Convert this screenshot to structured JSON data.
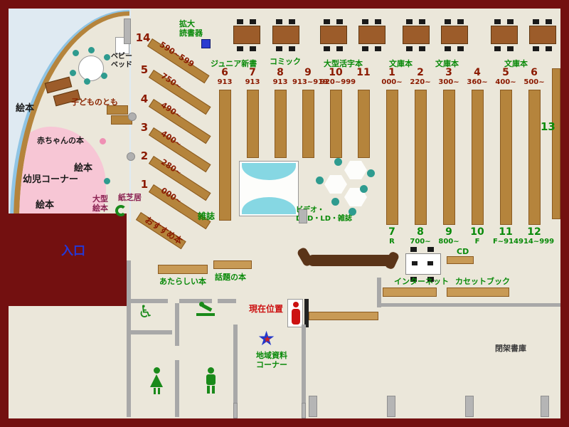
{
  "colors": {
    "frame": "#731010",
    "floor": "#ebe7da",
    "shelf_brown": "#b5843c",
    "counter_brown": "#5a3418",
    "green_text": "#0a8a0a",
    "maroon_text": "#8b1a00",
    "entrance_blue": "#2438d8",
    "pink_area": "#f7c6d5",
    "cyan_rack": "#86d7e3",
    "teal_seat": "#2e9b8f",
    "current_red": "#cc1111"
  },
  "kids_area": {
    "ehon_1": "絵本",
    "ehon_2": "絵本",
    "ehon_3": "絵本",
    "yoji_corner": "幼児コーナー",
    "akachan_book": "赤ちゃんの本",
    "kodomo_no_tomo": "子どものとも",
    "baby_bed": "ベビー\nベッド",
    "ogata_ehon": "大型\n絵本",
    "kamishibai": "紙芝居",
    "osusume_bon": "おすすめ本"
  },
  "entrance": {
    "label": "入口"
  },
  "diagonal_shelves": [
    {
      "num": "14",
      "range": "590~599"
    },
    {
      "num": "5",
      "range": "750~"
    },
    {
      "num": "4",
      "range": "490~"
    },
    {
      "num": "3",
      "range": "400~"
    },
    {
      "num": "2",
      "range": "280~"
    },
    {
      "num": "1",
      "range": "000~"
    }
  ],
  "top_area": {
    "kakudai_dokushoki": "拡大\n読書器",
    "junior_shinsho": "ジュニア新書",
    "comic": "コミック",
    "ogata_katsuji": "大型活字本",
    "bunko_1": "文庫本",
    "bunko_2": "文庫本",
    "bunko_3": "文庫本"
  },
  "stacks_left": [
    {
      "num": "6",
      "range": "913"
    },
    {
      "num": "7",
      "range": "913"
    },
    {
      "num": "8",
      "range": "913"
    },
    {
      "num": "9",
      "range": "913~919"
    },
    {
      "num": "10",
      "range": "920~999"
    },
    {
      "num": "11",
      "range": ""
    }
  ],
  "stacks_right": [
    {
      "num": "1",
      "range": "000~"
    },
    {
      "num": "2",
      "range": "220~"
    },
    {
      "num": "3",
      "range": "300~"
    },
    {
      "num": "4",
      "range": "360~"
    },
    {
      "num": "5",
      "range": "400~"
    },
    {
      "num": "6",
      "range": "500~"
    }
  ],
  "stacks_bottom": [
    {
      "num": "7",
      "range": "R"
    },
    {
      "num": "8",
      "range": "700~"
    },
    {
      "num": "9",
      "range": "800~"
    },
    {
      "num": "10",
      "range": "F"
    },
    {
      "num": "11",
      "range": "F~914"
    },
    {
      "num": "12",
      "range": "914~999"
    }
  ],
  "shelf_13": "13",
  "media_area": {
    "zasshi": "雑誌",
    "video": "ビデオ・\nDVD・LD・雑誌",
    "cd": "CD",
    "internet": "インターネット",
    "cassette_book": "カセットブック"
  },
  "south_area": {
    "atarashii_hon": "あたらしい本",
    "wadai_no_hon": "話題の本",
    "genzai_ichi": "現在位置",
    "chiiki_shiryo": "地域資料\nコーナー",
    "heika_shoko": "閉架書庫"
  },
  "icons": {
    "wheelchair": "♿",
    "star_outer": "★",
    "star_inner": "★"
  }
}
